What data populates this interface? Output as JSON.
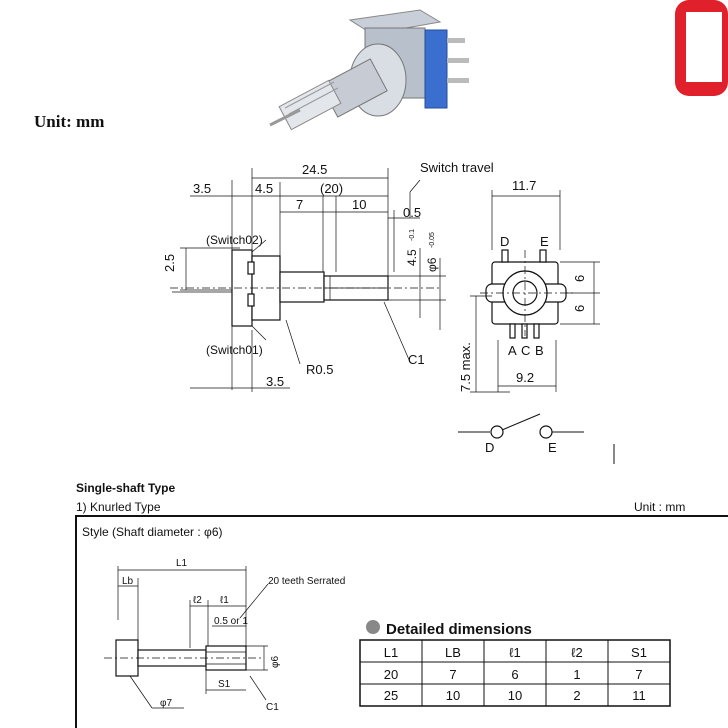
{
  "header": {
    "unit_label": "Unit: mm"
  },
  "top_drawing": {
    "dims": {
      "total_length": "24.5",
      "left_offset": "3.5",
      "bushing_len": "4.5",
      "shaft_len": "(20)",
      "knurl_start": "7",
      "knurl_len": "10",
      "switch_travel_label": "Switch travel",
      "switch_travel_value": "0.5",
      "height_left": "2.5",
      "bushing_dia": "4.5",
      "bushing_tol": "-0.1",
      "shaft_dia": "φ6",
      "shaft_tol": "-0.05",
      "switch02": "(Switch02)",
      "switch01": "(Switch01)",
      "radius": "R0.5",
      "chamfer": "C1",
      "bottom_offset": "3.5",
      "width": "11.7",
      "half_top": "6",
      "half_bottom": "6",
      "max_height": "7.5 max.",
      "pin_span": "9.2",
      "pin_d": "D",
      "pin_e": "E",
      "pin_a": "A",
      "pin_c": "C",
      "pin_b": "B"
    },
    "switch_symbol": {
      "left": "D",
      "right": "E"
    }
  },
  "section": {
    "title": "Single-shaft Type",
    "subtitle": "1) Knurled Type",
    "unit": "Unit : mm",
    "style_label": "Style (Shaft diameter : φ6)",
    "shaft_dims": {
      "l1": "L1",
      "lb": "Lb",
      "l2": "ℓ2",
      "l1_small": "ℓ1",
      "serration": "20 teeth Serrated",
      "gap": "0.5 or 1",
      "dia": "φ6",
      "s1": "S1",
      "dia7": "φ7",
      "chamfer": "C1"
    }
  },
  "table": {
    "title": "Detailed dimensions",
    "headers": [
      "L1",
      "LB",
      "ℓ1",
      "ℓ2",
      "S1"
    ],
    "rows": [
      [
        "20",
        "7",
        "6",
        "1",
        "7"
      ],
      [
        "25",
        "10",
        "10",
        "2",
        "11"
      ]
    ]
  }
}
